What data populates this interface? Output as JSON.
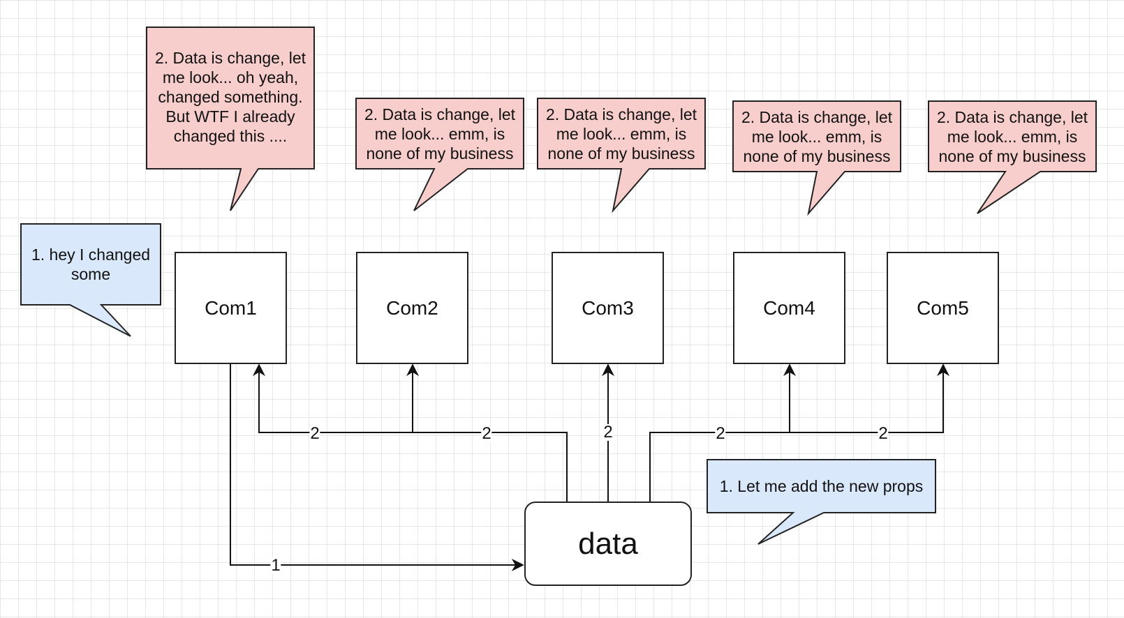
{
  "colors": {
    "pink_fill": "#f8cecc",
    "blue_fill": "#dae8fc",
    "stroke": "#222222"
  },
  "components": [
    {
      "label": "Com1"
    },
    {
      "label": "Com2"
    },
    {
      "label": "Com3"
    },
    {
      "label": "Com4"
    },
    {
      "label": "Com5"
    }
  ],
  "data_node": {
    "label": "data"
  },
  "callouts": {
    "com1_change": "1. hey I changed some",
    "data_add": "1. Let me add the new props",
    "com1_reaction": "2. Data is change, let me look... oh yeah, changed something. But WTF I already changed this ....",
    "com2_reaction": "2. Data is change, let me look... emm, is none of my business",
    "com3_reaction": "2. Data is change, let me look... emm, is none of my business",
    "com4_reaction": "2. Data is change, let me look... emm, is none of my business",
    "com5_reaction": "2. Data is change, let me look... emm, is none of my business"
  },
  "edge_labels": {
    "com1_to_data": "1",
    "data_to_com1": "2",
    "data_to_com2": "2",
    "data_to_com3": "2",
    "data_to_com4": "2",
    "data_to_com5": "2"
  }
}
